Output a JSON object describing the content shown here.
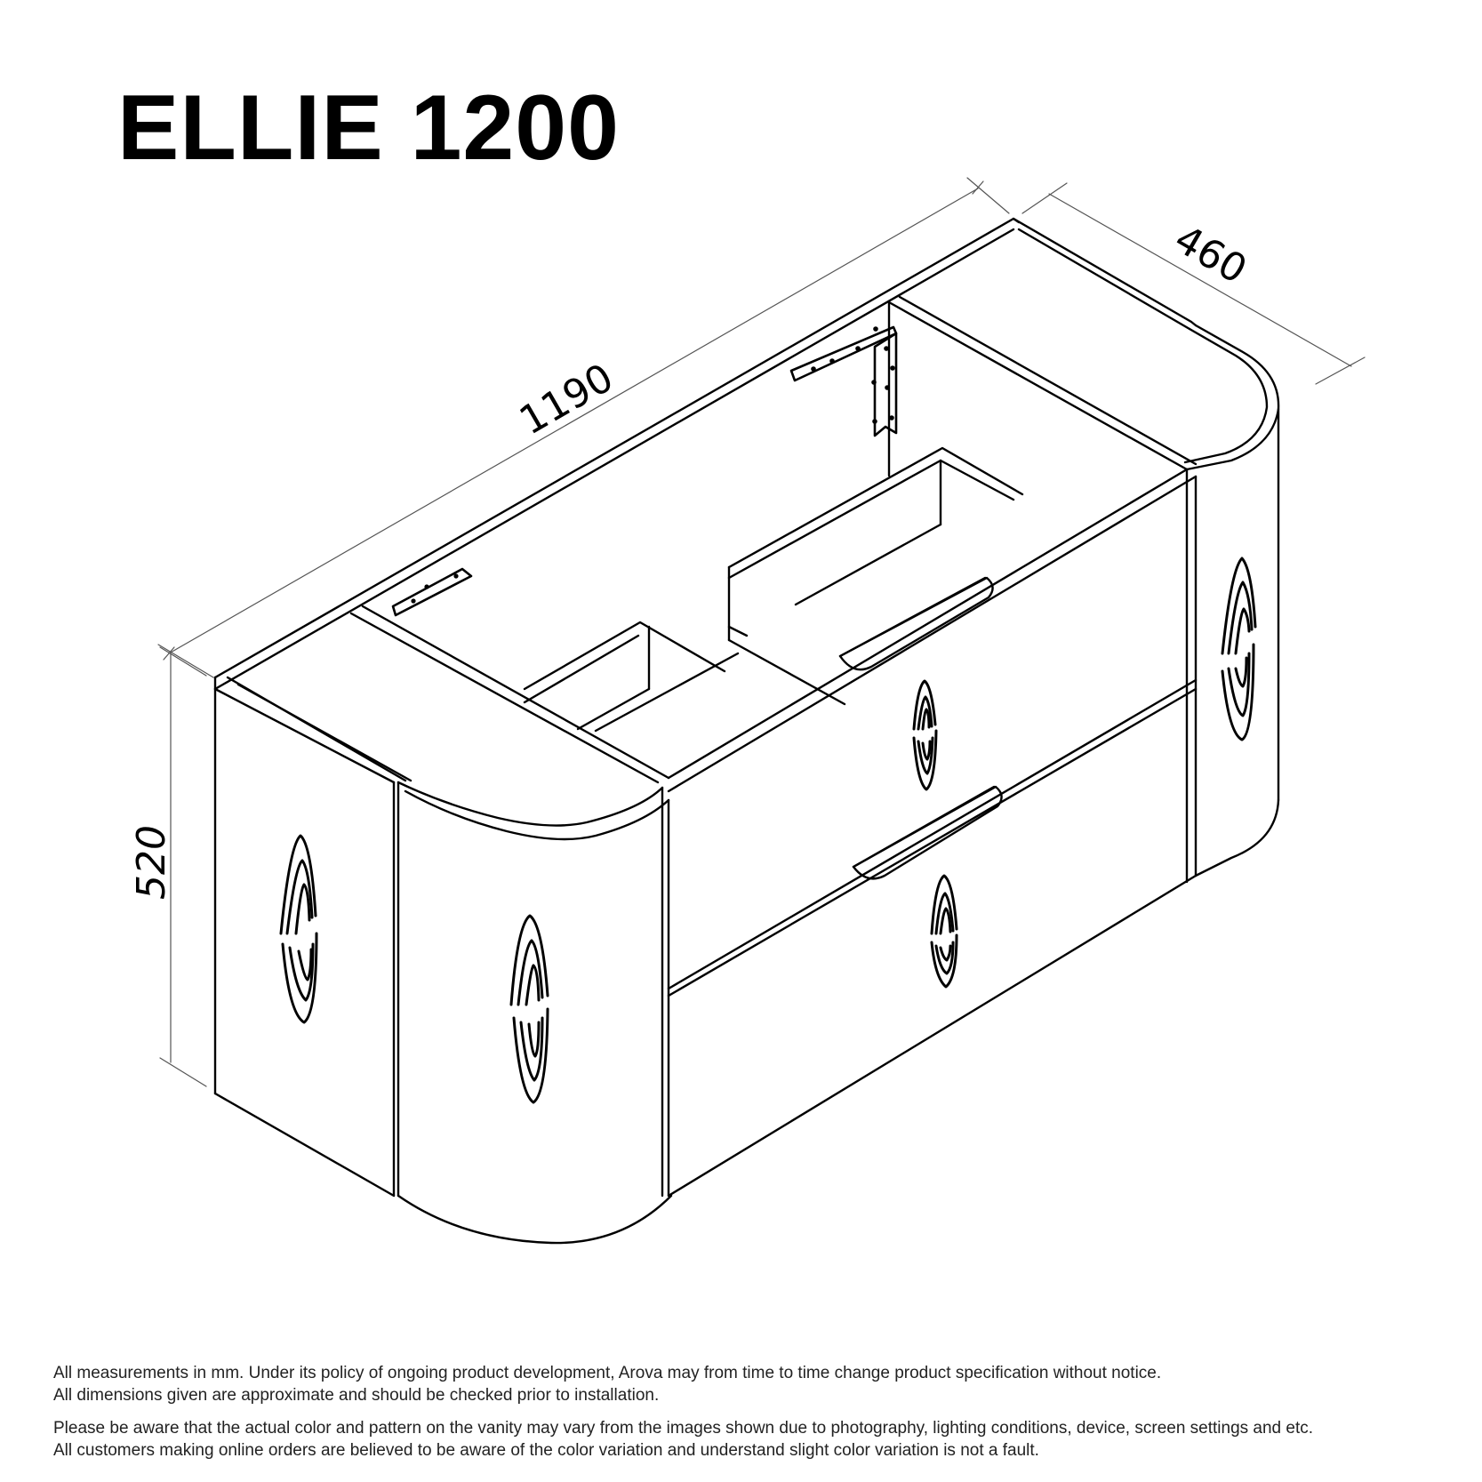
{
  "title": "ELLIE 1200",
  "dimensions": {
    "width": "1190",
    "depth": "460",
    "height": "520"
  },
  "footer": {
    "note1_line1": "All measurements in mm. Under its policy of ongoing product development, Arova may from time to time change product specification without notice.",
    "note1_line2": "All dimensions given are approximate and should be checked prior to installation.",
    "note2_line1": "Please be aware that the actual color and pattern on the vanity may vary from the images shown due to photography, lighting conditions, device, screen settings and etc.",
    "note2_line2": "All customers making online orders are believed to be aware of the color variation and understand slight color variation is not a fault."
  },
  "colors": {
    "line": "#000000",
    "dimension_line": "#555555",
    "background": "#ffffff"
  }
}
